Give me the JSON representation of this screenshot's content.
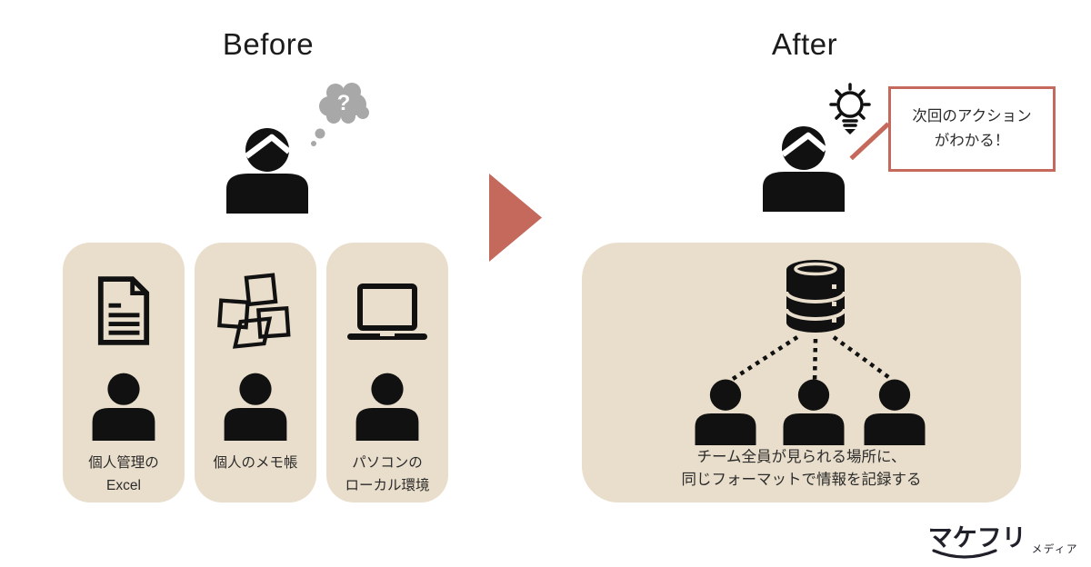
{
  "colors": {
    "panel_bg": "#e9decb",
    "accent": "#c4695b",
    "thought_gray": "#a8a8a8",
    "icon_black": "#111111"
  },
  "before": {
    "title": "Before",
    "thought_mark": "?",
    "items": [
      {
        "icon": "document-icon",
        "label_line1": "個人管理の",
        "label_line2": "Excel"
      },
      {
        "icon": "sticky-notes-icon",
        "label_line1": "個人のメモ帳",
        "label_line2": ""
      },
      {
        "icon": "laptop-icon",
        "label_line1": "パソコンの",
        "label_line2": "ローカル環境"
      }
    ]
  },
  "after": {
    "title": "After",
    "callout_line1": "次回のアクション",
    "callout_line2": "がわかる！",
    "caption_line1": "チーム全員が見られる場所に、",
    "caption_line2": "同じフォーマットで情報を記録する"
  },
  "logo": {
    "main": "マケフリ",
    "sub": "メディア"
  }
}
